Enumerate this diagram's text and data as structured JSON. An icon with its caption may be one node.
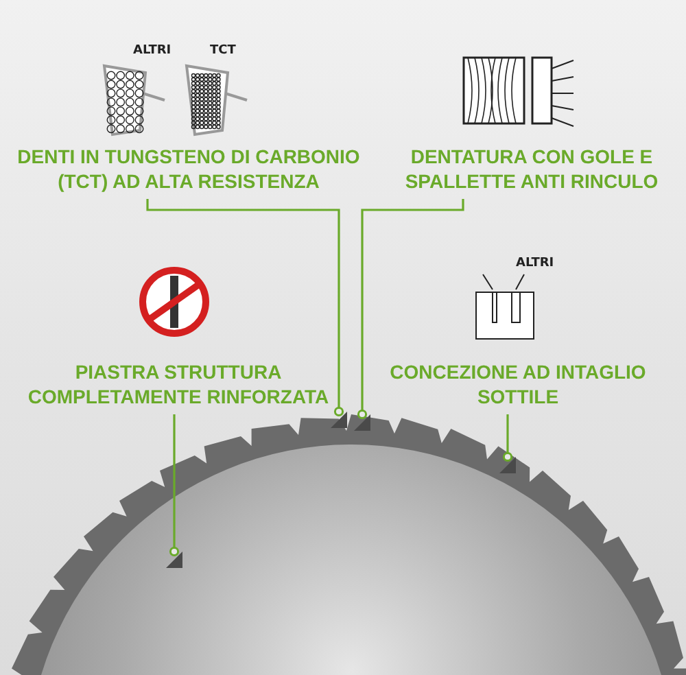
{
  "diagram": {
    "nodes": [
      {
        "text": [
          "DENTI IN TUNGSTENO DI CARBONIO (TCT) AD ALTA RESISTENZA"
        ]
      },
      {
        "text": [
          "DENTATURA CON GOLE E SPALLETTE ANTI RINCULO"
        ]
      },
      {
        "text": [
          "PIASTRA STRUTTURA COMPLETAMENTE RINFORZATA"
        ]
      },
      {
        "text": [
          "CONCEZIONE AD INTAGLIO SOTTILE"
        ]
      },
      {
        "text": [],
        "shape": "picture"
      },
      {
        "text": [],
        "shape": "picture"
      },
      {
        "text": [],
        "shape": "picture"
      },
      {
        "text": [],
        "shape": "picture"
      }
    ],
    "edges": [
      {
        "from": 0,
        "to": 4,
        "arrow": "other"
      },
      {
        "from": 1,
        "to": 5,
        "arrow": "other"
      },
      {
        "from": 2,
        "to": 6,
        "arrow": "other"
      },
      {
        "from": 3,
        "to": 7,
        "arrow": "other"
      }
    ],
    "labels": [
      "ALTRI",
      "TCT",
      "ALTRI"
    ]
  }
}
